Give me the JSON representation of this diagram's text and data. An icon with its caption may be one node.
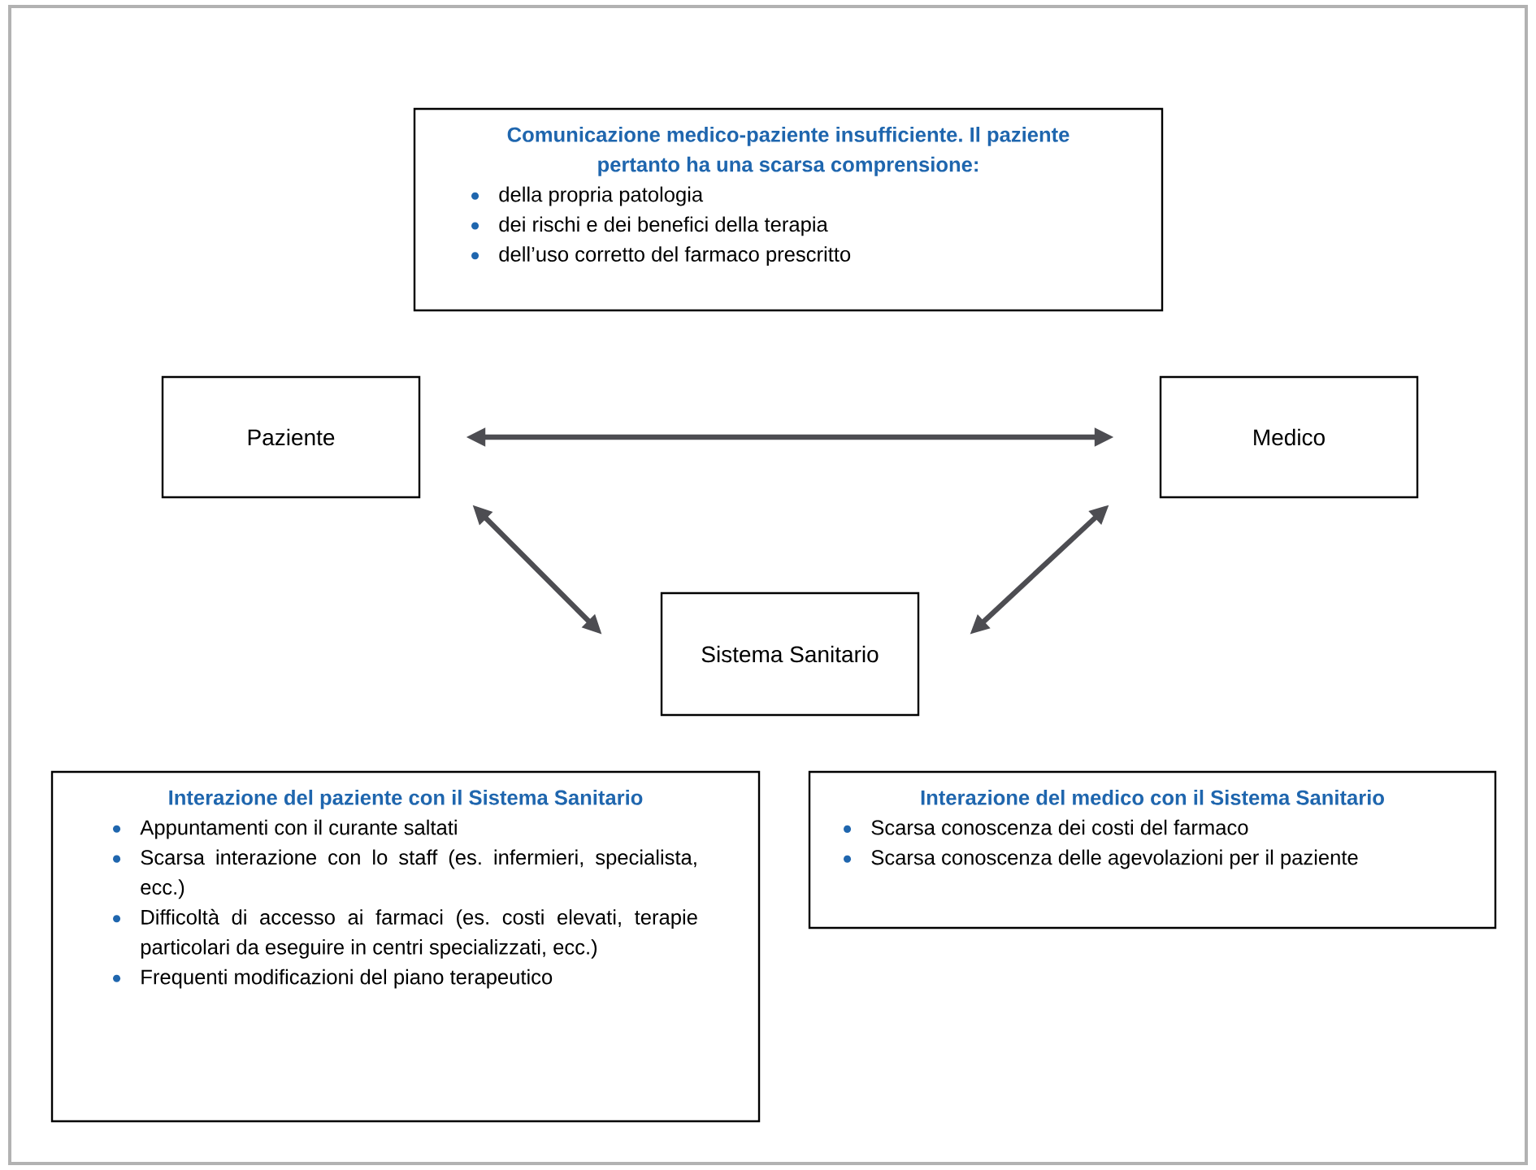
{
  "diagram": {
    "nodes": [
      {
        "text": [
          "Comunicazione medico-paziente insufficiente. Il paziente pertanto ha una scarsa comprensione:",
          "della propria patologia",
          "dei rischi e dei benefici della terapia",
          "dell’uso corretto del farmaco prescritto"
        ]
      },
      {
        "text": [
          "Paziente"
        ]
      },
      {
        "text": [
          "Medico"
        ]
      },
      {
        "text": [
          "Sistema Sanitario"
        ]
      },
      {
        "text": [
          "Interazione del paziente con il Sistema Sanitario",
          "Appuntamenti con il curante saltati",
          "Scarsa interazione con lo staff (es. infermieri, specialista, ecc.)",
          "Difficoltà di accesso ai farmaci (es. costi elevati, terapie particolari da eseguire in centri specializzati, ecc.)",
          "Frequenti modificazioni del piano terapeutico"
        ]
      },
      {
        "text": [
          "Interazione del medico con il Sistema Sanitario",
          "Scarsa conoscenza dei costi del farmaco",
          "Scarsa conoscenza delle agevolazioni per il paziente"
        ]
      }
    ],
    "edges": [
      {
        "from": 1,
        "to": 2,
        "arrow": "both"
      },
      {
        "from": 1,
        "to": 3,
        "arrow": "both"
      },
      {
        "from": 2,
        "to": 3,
        "arrow": "both"
      }
    ]
  }
}
